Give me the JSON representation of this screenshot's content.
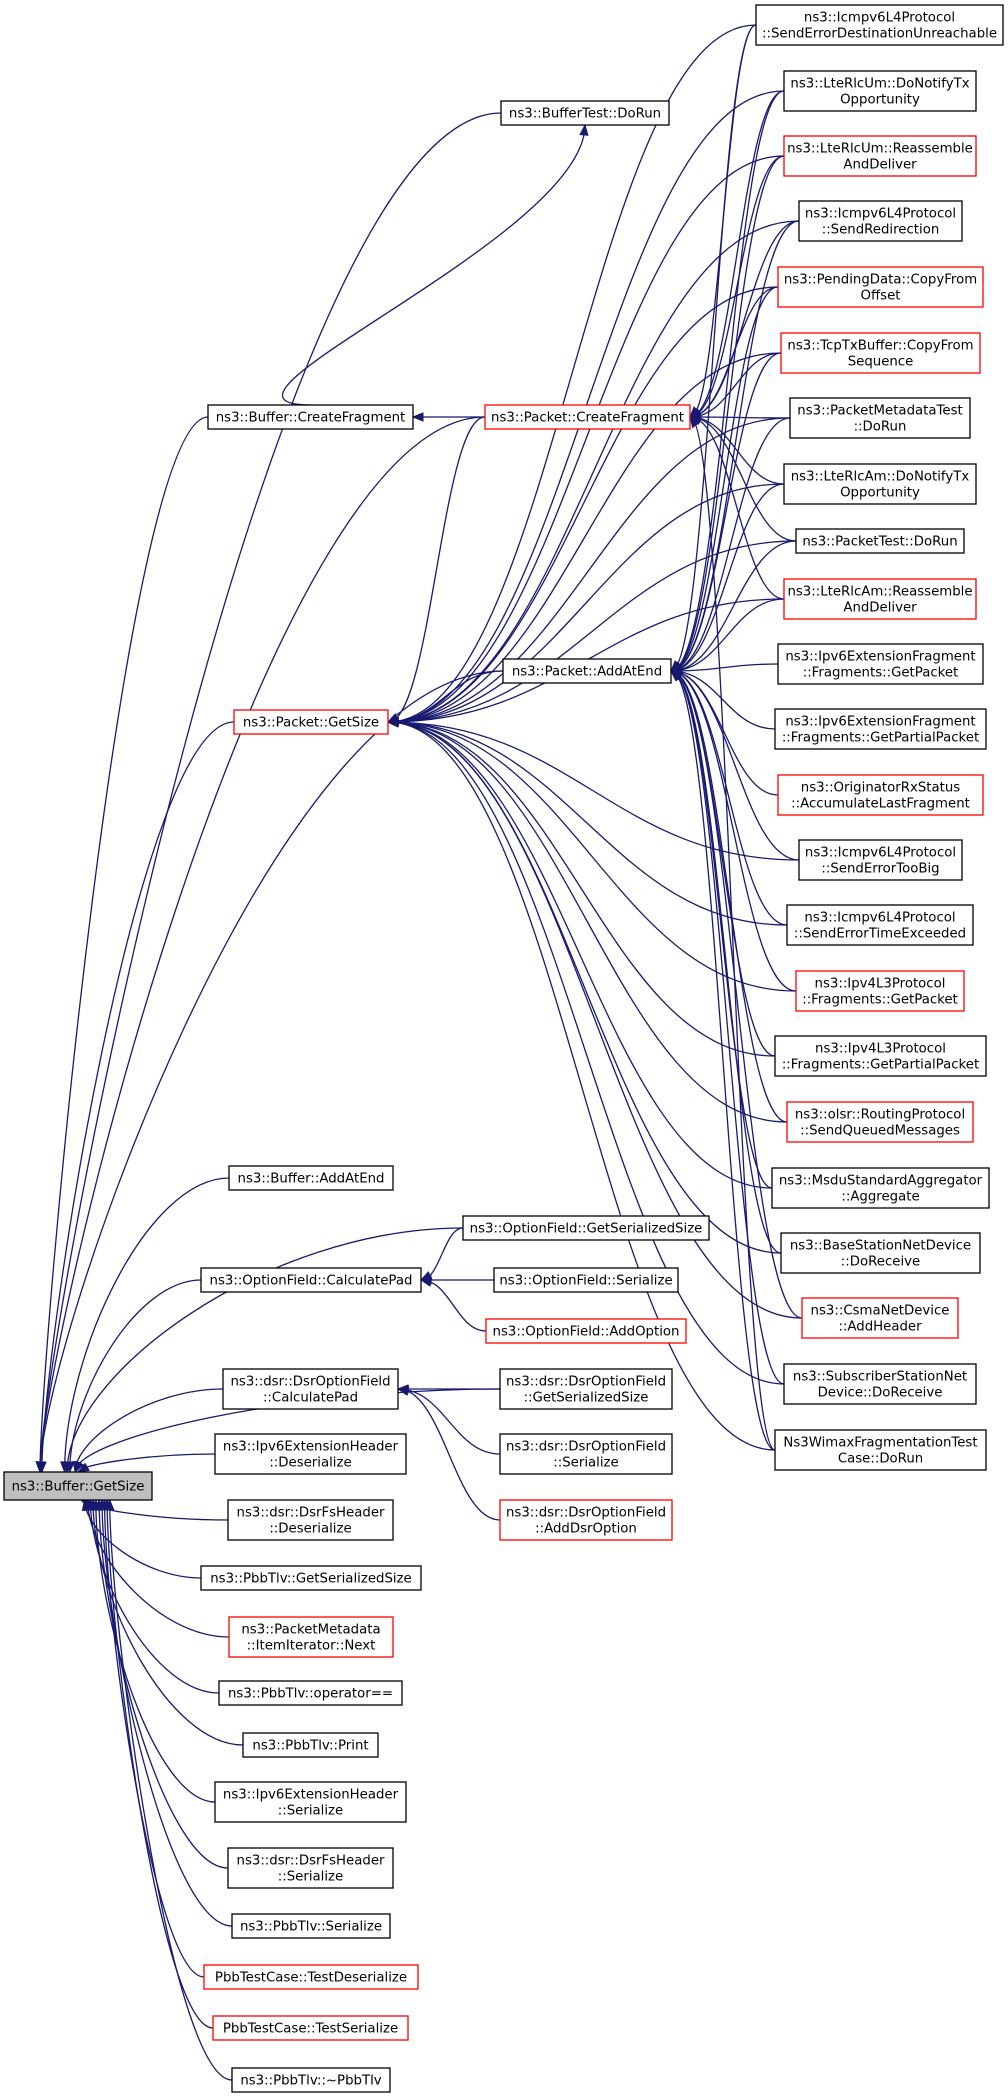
{
  "title": "",
  "colors": {
    "edge": "#191970",
    "border_normal": "#000000",
    "border_truncated": "#ff0000",
    "root_fill": "#bfbfbf",
    "node_fill": "#ffffff"
  },
  "nodes": [
    {
      "id": "root",
      "lines": [
        "ns3::Buffer::GetSize"
      ],
      "style": "root"
    },
    {
      "id": "n_buftest",
      "lines": [
        "ns3::BufferTest::DoRun"
      ],
      "style": "normal"
    },
    {
      "id": "n_bufcf",
      "lines": [
        "ns3::Buffer::CreateFragment"
      ],
      "style": "normal"
    },
    {
      "id": "n_pktcf",
      "lines": [
        "ns3::Packet::CreateFragment"
      ],
      "style": "truncated"
    },
    {
      "id": "n_pktgs",
      "lines": [
        "ns3::Packet::GetSize"
      ],
      "style": "truncated"
    },
    {
      "id": "n_pktaae",
      "lines": [
        "ns3::Packet::AddAtEnd"
      ],
      "style": "normal"
    },
    {
      "id": "r_icmp_sedu",
      "lines": [
        "ns3::Icmpv6L4Protocol",
        "::SendErrorDestinationUnreachable"
      ],
      "style": "normal"
    },
    {
      "id": "r_rlcum_tx",
      "lines": [
        "ns3::LteRlcUm::DoNotifyTx",
        "Opportunity"
      ],
      "style": "normal"
    },
    {
      "id": "r_rlcum_rd",
      "lines": [
        "ns3::LteRlcUm::Reassemble",
        "AndDeliver"
      ],
      "style": "truncated"
    },
    {
      "id": "r_icmp_sr",
      "lines": [
        "ns3::Icmpv6L4Protocol",
        "::SendRedirection"
      ],
      "style": "normal"
    },
    {
      "id": "r_pending",
      "lines": [
        "ns3::PendingData::CopyFrom",
        "Offset"
      ],
      "style": "truncated"
    },
    {
      "id": "r_tcptx",
      "lines": [
        "ns3::TcpTxBuffer::CopyFrom",
        "Sequence"
      ],
      "style": "truncated"
    },
    {
      "id": "r_pmtest",
      "lines": [
        "ns3::PacketMetadataTest",
        "::DoRun"
      ],
      "style": "normal"
    },
    {
      "id": "r_rlcam_tx",
      "lines": [
        "ns3::LteRlcAm::DoNotifyTx",
        "Opportunity"
      ],
      "style": "normal"
    },
    {
      "id": "r_pkttest",
      "lines": [
        "ns3::PacketTest::DoRun"
      ],
      "style": "normal"
    },
    {
      "id": "r_rlcam_rd",
      "lines": [
        "ns3::LteRlcAm::Reassemble",
        "AndDeliver"
      ],
      "style": "truncated"
    },
    {
      "id": "r_ipv6f_gp",
      "lines": [
        "ns3::Ipv6ExtensionFragment",
        "::Fragments::GetPacket"
      ],
      "style": "normal"
    },
    {
      "id": "r_ipv6f_gpp",
      "lines": [
        "ns3::Ipv6ExtensionFragment",
        "::Fragments::GetPartialPacket"
      ],
      "style": "normal"
    },
    {
      "id": "r_orig",
      "lines": [
        "ns3::OriginatorRxStatus",
        "::AccumulateLastFragment"
      ],
      "style": "truncated"
    },
    {
      "id": "r_icmp_setb",
      "lines": [
        "ns3::Icmpv6L4Protocol",
        "::SendErrorTooBig"
      ],
      "style": "normal"
    },
    {
      "id": "r_icmp_sete",
      "lines": [
        "ns3::Icmpv6L4Protocol",
        "::SendErrorTimeExceeded"
      ],
      "style": "normal"
    },
    {
      "id": "r_ipv4_gp",
      "lines": [
        "ns3::Ipv4L3Protocol",
        "::Fragments::GetPacket"
      ],
      "style": "truncated"
    },
    {
      "id": "r_ipv4_gpp",
      "lines": [
        "ns3::Ipv4L3Protocol",
        "::Fragments::GetPartialPacket"
      ],
      "style": "normal"
    },
    {
      "id": "r_olsr",
      "lines": [
        "ns3::olsr::RoutingProtocol",
        "::SendQueuedMessages"
      ],
      "style": "truncated"
    },
    {
      "id": "r_msdu",
      "lines": [
        "ns3::MsduStandardAggregator",
        "::Aggregate"
      ],
      "style": "normal"
    },
    {
      "id": "r_bsnd",
      "lines": [
        "ns3::BaseStationNetDevice",
        "::DoReceive"
      ],
      "style": "normal"
    },
    {
      "id": "r_csma",
      "lines": [
        "ns3::CsmaNetDevice",
        "::AddHeader"
      ],
      "style": "truncated"
    },
    {
      "id": "r_ssnd",
      "lines": [
        "ns3::SubscriberStationNet",
        "Device::DoReceive"
      ],
      "style": "normal"
    },
    {
      "id": "r_wimax",
      "lines": [
        "Ns3WimaxFragmentationTest",
        "Case::DoRun"
      ],
      "style": "normal"
    },
    {
      "id": "n_bufaae",
      "lines": [
        "ns3::Buffer::AddAtEnd"
      ],
      "style": "normal"
    },
    {
      "id": "n_ofcp",
      "lines": [
        "ns3::OptionField::CalculatePad"
      ],
      "style": "normal"
    },
    {
      "id": "n_ofgss",
      "lines": [
        "ns3::OptionField::GetSerializedSize"
      ],
      "style": "normal"
    },
    {
      "id": "n_ofser",
      "lines": [
        "ns3::OptionField::Serialize"
      ],
      "style": "normal"
    },
    {
      "id": "n_ofao",
      "lines": [
        "ns3::OptionField::AddOption"
      ],
      "style": "truncated"
    },
    {
      "id": "n_dsrcp",
      "lines": [
        "ns3::dsr::DsrOptionField",
        "::CalculatePad"
      ],
      "style": "normal"
    },
    {
      "id": "n_dsrgss",
      "lines": [
        "ns3::dsr::DsrOptionField",
        "::GetSerializedSize"
      ],
      "style": "normal"
    },
    {
      "id": "n_dsrser",
      "lines": [
        "ns3::dsr::DsrOptionField",
        "::Serialize"
      ],
      "style": "normal"
    },
    {
      "id": "n_dsrado",
      "lines": [
        "ns3::dsr::DsrOptionField",
        "::AddDsrOption"
      ],
      "style": "truncated"
    },
    {
      "id": "n_ipv6eh_de",
      "lines": [
        "ns3::Ipv6ExtensionHeader",
        "::Deserialize"
      ],
      "style": "normal"
    },
    {
      "id": "n_dsrfs_de",
      "lines": [
        "ns3::dsr::DsrFsHeader",
        "::Deserialize"
      ],
      "style": "normal"
    },
    {
      "id": "n_pbb_gss",
      "lines": [
        "ns3::PbbTlv::GetSerializedSize"
      ],
      "style": "normal"
    },
    {
      "id": "n_pm_next",
      "lines": [
        "ns3::PacketMetadata",
        "::ItemIterator::Next"
      ],
      "style": "truncated"
    },
    {
      "id": "n_pbb_eq",
      "lines": [
        "ns3::PbbTlv::operator=="
      ],
      "style": "normal"
    },
    {
      "id": "n_pbb_print",
      "lines": [
        "ns3::PbbTlv::Print"
      ],
      "style": "normal"
    },
    {
      "id": "n_ipv6eh_ser",
      "lines": [
        "ns3::Ipv6ExtensionHeader",
        "::Serialize"
      ],
      "style": "normal"
    },
    {
      "id": "n_dsrfs_ser",
      "lines": [
        "ns3::dsr::DsrFsHeader",
        "::Serialize"
      ],
      "style": "normal"
    },
    {
      "id": "n_pbb_ser",
      "lines": [
        "ns3::PbbTlv::Serialize"
      ],
      "style": "normal"
    },
    {
      "id": "n_pbbtc_de",
      "lines": [
        "PbbTestCase::TestDeserialize"
      ],
      "style": "truncated"
    },
    {
      "id": "n_pbbtc_ser",
      "lines": [
        "PbbTestCase::TestSerialize"
      ],
      "style": "truncated"
    },
    {
      "id": "n_pbb_dtor",
      "lines": [
        "ns3::PbbTlv::~PbbTlv"
      ],
      "style": "normal"
    }
  ],
  "edges": [
    {
      "from": "n_buftest",
      "to": "root"
    },
    {
      "from": "n_bufcf",
      "to": "root"
    },
    {
      "from": "n_pktcf",
      "to": "root"
    },
    {
      "from": "n_pktgs",
      "to": "root"
    },
    {
      "from": "n_pktaae",
      "to": "root"
    },
    {
      "from": "n_bufaae",
      "to": "root"
    },
    {
      "from": "n_ofgss",
      "to": "root"
    },
    {
      "from": "n_ofcp",
      "to": "root"
    },
    {
      "from": "n_dsrgss",
      "to": "root"
    },
    {
      "from": "n_dsrcp",
      "to": "root"
    },
    {
      "from": "n_ipv6eh_de",
      "to": "root"
    },
    {
      "from": "n_dsrfs_de",
      "to": "root"
    },
    {
      "from": "n_pbb_gss",
      "to": "root"
    },
    {
      "from": "n_pm_next",
      "to": "root"
    },
    {
      "from": "n_pbb_eq",
      "to": "root"
    },
    {
      "from": "n_pbb_print",
      "to": "root"
    },
    {
      "from": "n_ipv6eh_ser",
      "to": "root"
    },
    {
      "from": "n_dsrfs_ser",
      "to": "root"
    },
    {
      "from": "n_pbb_ser",
      "to": "root"
    },
    {
      "from": "n_pbbtc_de",
      "to": "root"
    },
    {
      "from": "n_pbbtc_ser",
      "to": "root"
    },
    {
      "from": "n_pbb_dtor",
      "to": "root"
    },
    {
      "from": "n_pktcf",
      "to": "n_bufcf"
    },
    {
      "from": "n_bufcf",
      "to": "n_buftest"
    },
    {
      "from": "r_icmp_sedu",
      "to": "n_pktcf"
    },
    {
      "from": "r_rlcum_tx",
      "to": "n_pktcf"
    },
    {
      "from": "r_rlcum_rd",
      "to": "n_pktcf"
    },
    {
      "from": "r_icmp_sr",
      "to": "n_pktcf"
    },
    {
      "from": "r_pending",
      "to": "n_pktcf"
    },
    {
      "from": "r_tcptx",
      "to": "n_pktcf"
    },
    {
      "from": "r_pmtest",
      "to": "n_pktcf"
    },
    {
      "from": "r_rlcam_tx",
      "to": "n_pktcf"
    },
    {
      "from": "r_pkttest",
      "to": "n_pktcf"
    },
    {
      "from": "r_rlcam_rd",
      "to": "n_pktcf"
    },
    {
      "from": "r_wimax",
      "to": "n_pktcf"
    },
    {
      "from": "r_ipv6f_gp",
      "to": "n_pktaae"
    },
    {
      "from": "r_ipv6f_gpp",
      "to": "n_pktaae"
    },
    {
      "from": "r_orig",
      "to": "n_pktaae"
    },
    {
      "from": "r_icmp_setb",
      "to": "n_pktaae"
    },
    {
      "from": "r_icmp_sete",
      "to": "n_pktaae"
    },
    {
      "from": "r_ipv4_gp",
      "to": "n_pktaae"
    },
    {
      "from": "r_ipv4_gpp",
      "to": "n_pktaae"
    },
    {
      "from": "r_olsr",
      "to": "n_pktaae"
    },
    {
      "from": "r_msdu",
      "to": "n_pktaae"
    },
    {
      "from": "r_bsnd",
      "to": "n_pktaae"
    },
    {
      "from": "r_csma",
      "to": "n_pktaae"
    },
    {
      "from": "r_ssnd",
      "to": "n_pktaae"
    },
    {
      "from": "r_wimax",
      "to": "n_pktaae"
    },
    {
      "from": "r_pkttest",
      "to": "n_pktaae"
    },
    {
      "from": "r_rlcam_rd",
      "to": "n_pktaae"
    },
    {
      "from": "r_rlcam_tx",
      "to": "n_pktaae"
    },
    {
      "from": "r_pmtest",
      "to": "n_pktaae"
    },
    {
      "from": "r_tcptx",
      "to": "n_pktaae"
    },
    {
      "from": "r_pending",
      "to": "n_pktaae"
    },
    {
      "from": "r_icmp_sr",
      "to": "n_pktaae"
    },
    {
      "from": "r_rlcum_rd",
      "to": "n_pktaae"
    },
    {
      "from": "r_rlcum_tx",
      "to": "n_pktaae"
    },
    {
      "from": "r_icmp_sedu",
      "to": "n_pktaae"
    },
    {
      "from": "n_pktaae",
      "to": "n_pktgs"
    },
    {
      "from": "n_pktcf",
      "to": "n_pktgs"
    },
    {
      "from": "r_icmp_sedu",
      "to": "n_pktgs"
    },
    {
      "from": "r_rlcum_tx",
      "to": "n_pktgs"
    },
    {
      "from": "r_rlcum_rd",
      "to": "n_pktgs"
    },
    {
      "from": "r_icmp_sr",
      "to": "n_pktgs"
    },
    {
      "from": "r_pending",
      "to": "n_pktgs"
    },
    {
      "from": "r_tcptx",
      "to": "n_pktgs"
    },
    {
      "from": "r_pmtest",
      "to": "n_pktgs"
    },
    {
      "from": "r_rlcam_tx",
      "to": "n_pktgs"
    },
    {
      "from": "r_pkttest",
      "to": "n_pktgs"
    },
    {
      "from": "r_rlcam_rd",
      "to": "n_pktgs"
    },
    {
      "from": "r_icmp_setb",
      "to": "n_pktgs"
    },
    {
      "from": "r_icmp_sete",
      "to": "n_pktgs"
    },
    {
      "from": "r_ipv4_gp",
      "to": "n_pktgs"
    },
    {
      "from": "r_ipv4_gpp",
      "to": "n_pktgs"
    },
    {
      "from": "r_olsr",
      "to": "n_pktgs"
    },
    {
      "from": "r_msdu",
      "to": "n_pktgs"
    },
    {
      "from": "r_bsnd",
      "to": "n_pktgs"
    },
    {
      "from": "r_csma",
      "to": "n_pktgs"
    },
    {
      "from": "r_ssnd",
      "to": "n_pktgs"
    },
    {
      "from": "r_wimax",
      "to": "n_pktgs"
    },
    {
      "from": "n_ofgss",
      "to": "n_ofcp"
    },
    {
      "from": "n_ofser",
      "to": "n_ofcp"
    },
    {
      "from": "n_ofao",
      "to": "n_ofcp"
    },
    {
      "from": "n_dsrgss",
      "to": "n_dsrcp"
    },
    {
      "from": "n_dsrser",
      "to": "n_dsrcp"
    },
    {
      "from": "n_dsrado",
      "to": "n_dsrcp"
    }
  ]
}
